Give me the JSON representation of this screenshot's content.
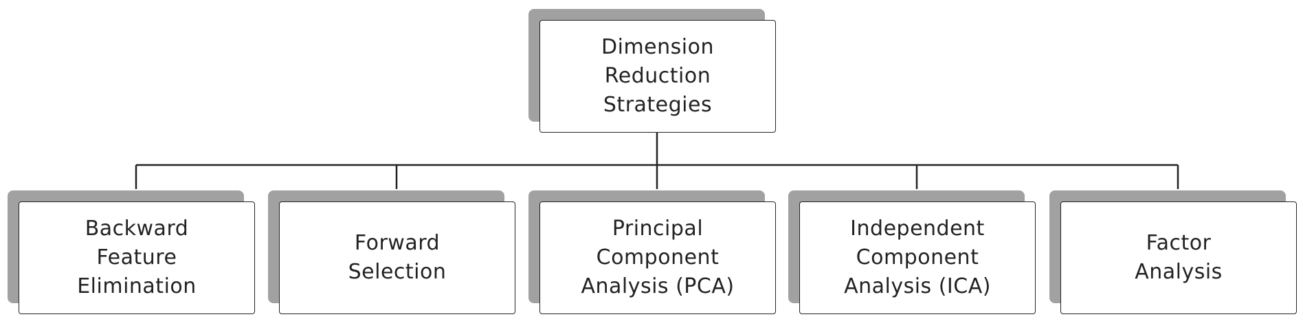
{
  "diagram": {
    "root": {
      "label": "Dimension\nReduction\nStrategies"
    },
    "children": [
      {
        "label": "Backward\nFeature\nElimination"
      },
      {
        "label": "Forward\nSelection"
      },
      {
        "label": "Principal\nComponent\nAnalysis (PCA)"
      },
      {
        "label": "Independent\nComponent\nAnalysis (ICA)"
      },
      {
        "label": "Factor\nAnalysis"
      }
    ]
  }
}
